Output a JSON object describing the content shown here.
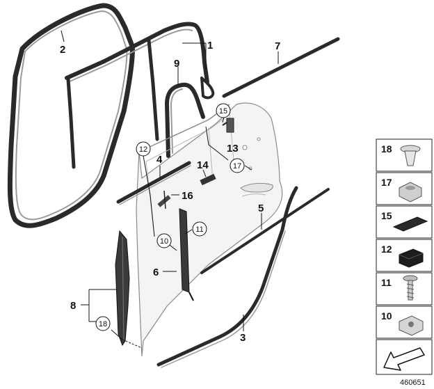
{
  "callouts": {
    "c1": "1",
    "c2": "2",
    "c3": "3",
    "c4": "4",
    "c5": "5",
    "c6": "6",
    "c7": "7",
    "c8": "8",
    "c9": "9",
    "c10": "10",
    "c11": "11",
    "c12": "12",
    "c13": "13",
    "c14": "14",
    "c15": "15",
    "c16": "16",
    "c17": "17",
    "c18": "18"
  },
  "legend": {
    "items": [
      {
        "number": "18",
        "icon": "expanding-rivet-icon"
      },
      {
        "number": "17",
        "icon": "clip-nut-icon"
      },
      {
        "number": "15",
        "icon": "foam-pad-icon"
      },
      {
        "number": "12",
        "icon": "block-pad-icon"
      },
      {
        "number": "11",
        "icon": "screw-icon"
      },
      {
        "number": "10",
        "icon": "spring-nut-icon"
      }
    ],
    "direction_icon": "front-direction-arrow-icon"
  },
  "reference_number": "460651"
}
